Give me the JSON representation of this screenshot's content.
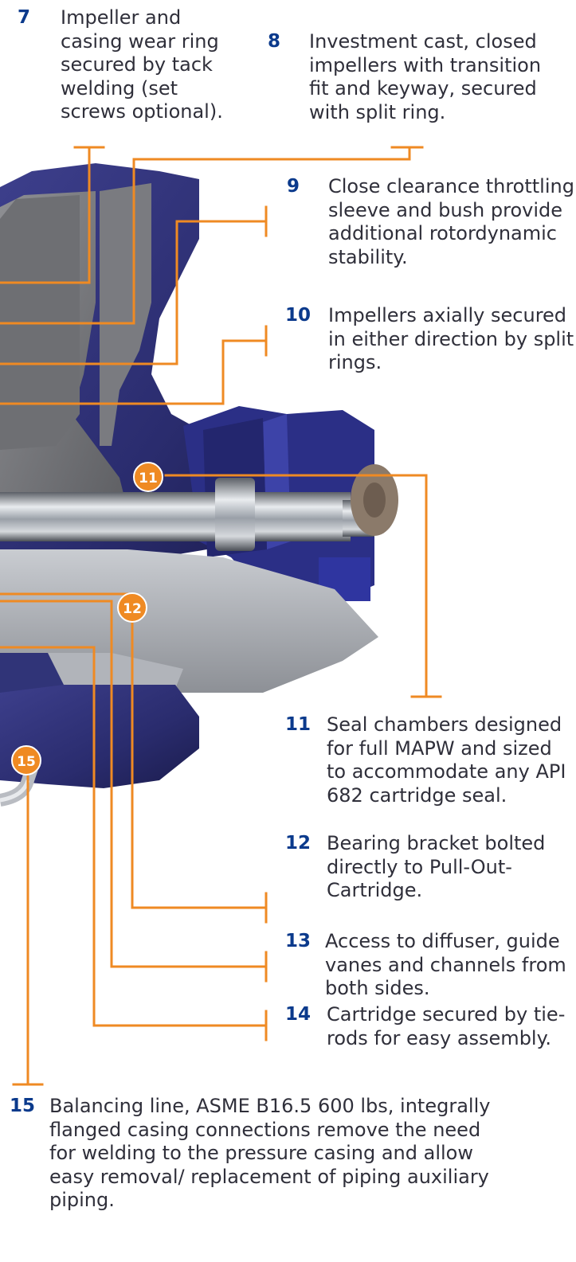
{
  "accent_color": "#ef8a23",
  "number_color": "#0b3a8c",
  "callouts": [
    {
      "number": "7",
      "text": "Impeller and casing wear ring secured by tack welding (set screws optional)."
    },
    {
      "number": "8",
      "text": "Investment cast, closed impellers with transition fit and keyway, secured with split ring."
    },
    {
      "number": "9",
      "text": "Close clearance throttling sleeve and bush provide additional rotordynamic stability."
    },
    {
      "number": "10",
      "text": "Impellers axially secured in either direction by split rings."
    },
    {
      "number": "11",
      "text": "Seal chambers designed for full MAPW and sized to accommodate any API 682 cartridge seal."
    },
    {
      "number": "12",
      "text": "Bearing bracket bolted directly to Pull-Out-Cartridge."
    },
    {
      "number": "13",
      "text": "Access to diffuser, guide vanes and channels from both sides."
    },
    {
      "number": "14",
      "text": "Cartridge secured by tie-rods for easy assembly."
    },
    {
      "number": "15",
      "text": "Balancing line, ASME B16.5 600 lbs, integrally flanged casing connections remove the need for welding to the pressure casing and allow easy removal/ replacement of piping auxiliary piping."
    }
  ],
  "markers": [
    "11",
    "12",
    "15"
  ]
}
